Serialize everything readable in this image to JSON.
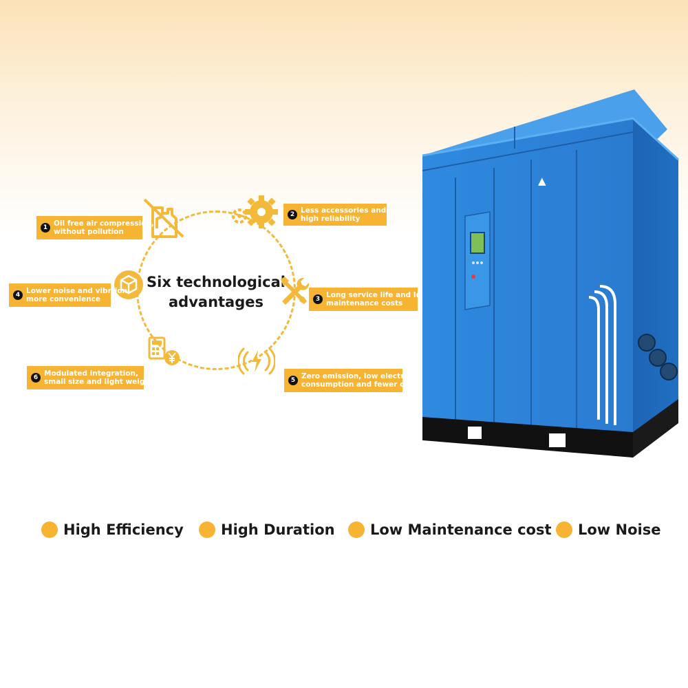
{
  "diagram": {
    "title_line1": "Six technological",
    "title_line2": "advantages"
  },
  "features": [
    {
      "num": "1",
      "line1": "Oil free air compression,",
      "line2": "without pollution",
      "icon": "no-oil-can-icon"
    },
    {
      "num": "2",
      "line1": "Less accessories and",
      "line2": "high reliability",
      "icon": "gears-icon"
    },
    {
      "num": "3",
      "line1": "Long service life and lower",
      "line2": "maintenance costs",
      "icon": "wrench-screwdriver-icon"
    },
    {
      "num": "4",
      "line1": "Lower noise and vibrtion,",
      "line2": "more convenience",
      "icon": "box-icon"
    },
    {
      "num": "5",
      "line1": "Zero emission, low electricity",
      "line2": "consumption and fewer costs",
      "icon": "lightning-wave-icon"
    },
    {
      "num": "6",
      "line1": "Modulated integration,",
      "line2": "small size and light weight",
      "icon": "calculator-yen-icon"
    }
  ],
  "benefits": [
    "High Efficiency",
    "High Duration",
    "Low Maintenance cost",
    "Low Noise"
  ],
  "colors": {
    "accent": "#f7b332",
    "ring": "#f3b93a",
    "machine_blue": "#2d84d6",
    "machine_dark": "#1d63b0",
    "base": "#111111",
    "text": "#1a1a1a"
  }
}
